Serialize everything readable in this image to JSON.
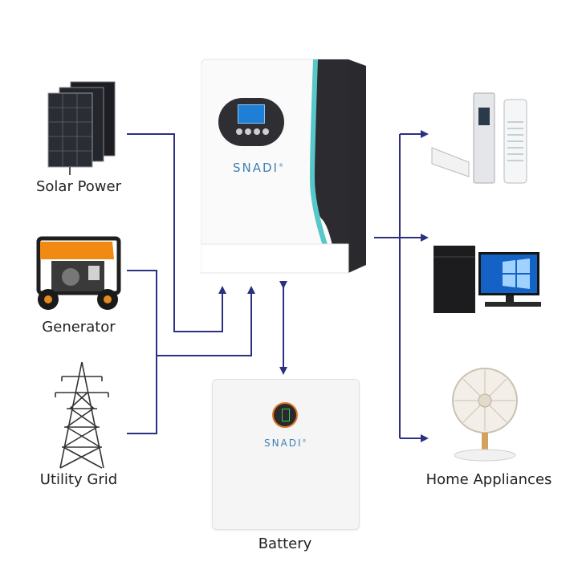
{
  "labels": {
    "solar": "Solar Power",
    "generator": "Generator",
    "grid": "Utility Grid",
    "battery": "Battery",
    "appliances": "Home Appliances"
  },
  "brand": {
    "inverter": "SNADI",
    "battery": "SNADI",
    "mark": "®"
  },
  "colors": {
    "wire": "#2b3080",
    "accent_teal": "#57c7c9",
    "screen_blue": "#1f7fd6",
    "display_bezel": "#2f2f33",
    "led_orange": "#e4762a"
  },
  "icons": {
    "solar": "solar-panel-icon",
    "generator": "generator-icon",
    "grid": "power-tower-icon",
    "ac": "air-conditioner-icon",
    "pc": "desktop-computer-icon",
    "fan": "desk-fan-icon",
    "battery": "battery-icon"
  }
}
